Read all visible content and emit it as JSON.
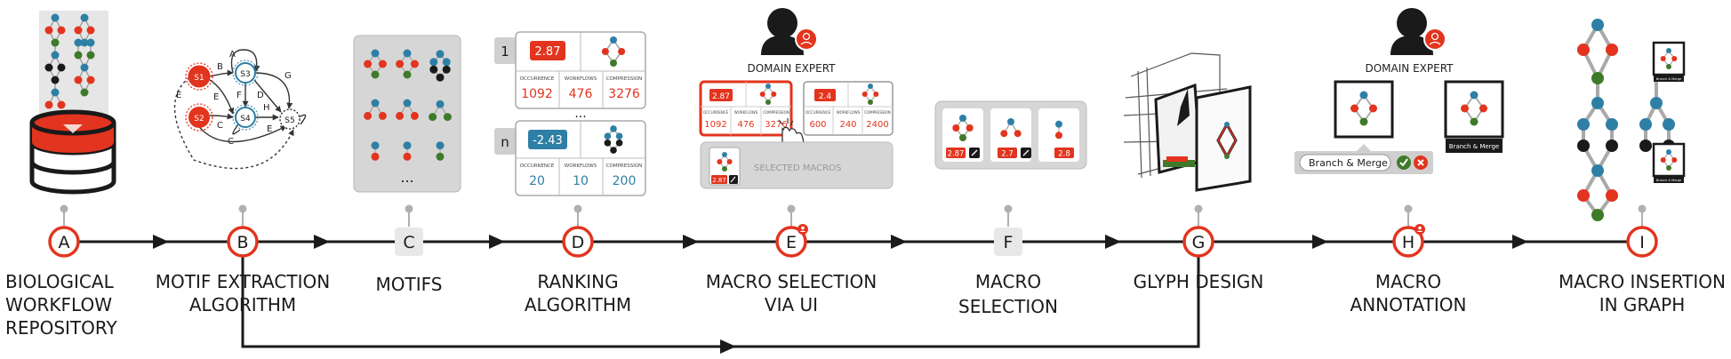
{
  "colors": {
    "red": "#e2341e",
    "blue": "#2e7fa5",
    "green": "#3f7a2a",
    "black": "#1a1a1a",
    "gray": "#a9a9a9",
    "panel": "#d6d6d6"
  },
  "steps": [
    {
      "letter": "A",
      "style": "circle",
      "label_lines": [
        "BIOLOGICAL",
        "WORKFLOW",
        "REPOSITORY"
      ]
    },
    {
      "letter": "B",
      "style": "circle",
      "label_lines": [
        "MOTIF EXTRACTION",
        "ALGORITHM"
      ]
    },
    {
      "letter": "C",
      "style": "square",
      "label_lines": [
        "MOTIFS"
      ]
    },
    {
      "letter": "D",
      "style": "circle",
      "label_lines": [
        "RANKING",
        "ALGORITHM"
      ]
    },
    {
      "letter": "E",
      "style": "circle",
      "badge": true,
      "label_lines": [
        "MACRO SELECTION",
        "VIA UI"
      ]
    },
    {
      "letter": "F",
      "style": "square",
      "label_lines": [
        "MACRO",
        "SELECTION"
      ]
    },
    {
      "letter": "G",
      "style": "circle",
      "label_lines": [
        "GLYPH DESIGN"
      ]
    },
    {
      "letter": "H",
      "style": "circle",
      "badge": true,
      "label_lines": [
        "MACRO",
        "ANNOTATION"
      ]
    },
    {
      "letter": "I",
      "style": "circle",
      "label_lines": [
        "MACRO INSERTION",
        "IN GRAPH"
      ]
    }
  ],
  "graph_b": {
    "states": [
      "S1",
      "S2",
      "S3",
      "S4",
      "S5"
    ],
    "edge_labels": [
      "A",
      "B",
      "C",
      "D",
      "E",
      "F",
      "G",
      "H",
      "C",
      "E",
      "E"
    ]
  },
  "motifs_more": "...",
  "ranking": {
    "headers": [
      "OCCURRENCE",
      "WORKFLOWS",
      "COMPRESSION"
    ],
    "top": {
      "rank": "1",
      "score": "2.87",
      "values": [
        "1092",
        "476",
        "3276"
      ]
    },
    "ellipsis": "...",
    "bottom": {
      "rank": "n",
      "score": "-2.43",
      "values": [
        "20",
        "10",
        "200"
      ]
    }
  },
  "macro_ui": {
    "expert": "DOMAIN EXPERT",
    "card1": {
      "score": "2.87",
      "headers": [
        "OCCURRENCE",
        "WORKFLOWS",
        "COMPRESSION"
      ],
      "values": [
        "1092",
        "476",
        "3276"
      ]
    },
    "card2": {
      "score": "2.4",
      "headers": [
        "OCCURRENCE",
        "WORKFLOWS",
        "COMPRESSION"
      ],
      "values": [
        "600",
        "240",
        "2400"
      ]
    },
    "selected_label": "SELECTED MACROS",
    "selected_score": "2.87"
  },
  "macro_selection": {
    "scores": [
      "2.87",
      "2.7",
      "2.8"
    ]
  },
  "annotation": {
    "expert": "DOMAIN EXPERT",
    "input_value": "Branch & Merge",
    "result_label": "Branch & Merge"
  },
  "insertion": {
    "captions": [
      "Branch & Merge",
      "Branch & Merge"
    ]
  }
}
